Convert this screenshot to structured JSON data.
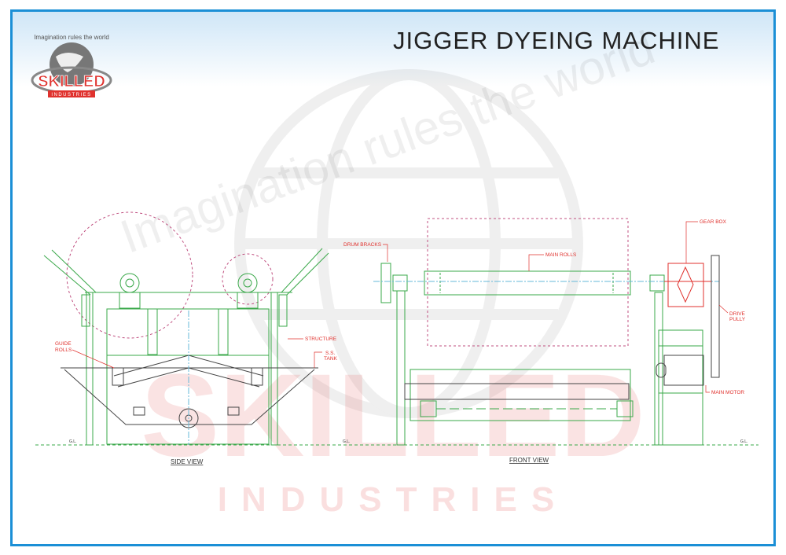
{
  "title": "JIGGER DYEING MACHINE",
  "logo": {
    "tagline": "Imagination rules the world",
    "brand": "SKILLED",
    "sub": "INDUSTRIES"
  },
  "watermark": {
    "tagline": "Imagination rules the world",
    "brand": "SKILLED",
    "sub": "INDUSTRIES"
  },
  "side_view": {
    "caption": "SIDE VIEW",
    "labels": {
      "guide_rolls_1": "GUIDE",
      "guide_rolls_2": "ROLLS",
      "structure": "STRUCTURE",
      "tank_1": "S.S.",
      "tank_2": "TANK",
      "gl_left": "G.L.",
      "gl_right": "G.L."
    }
  },
  "front_view": {
    "caption": "FRONT VIEW",
    "labels": {
      "drum_brackets": "DRUM BRACKS",
      "main_rolls": "MAIN ROLLS",
      "gear_box": "GEAR BOX",
      "drive_pully_1": "DRIVE",
      "drive_pully_2": "PULLY",
      "main_motor": "MAIN MOTOR",
      "gl_right": "G.L."
    }
  },
  "colors": {
    "border": "#1b8fd6",
    "accent": "#e0322e",
    "line_green": "#3aa84a",
    "line_dark": "#444444"
  }
}
